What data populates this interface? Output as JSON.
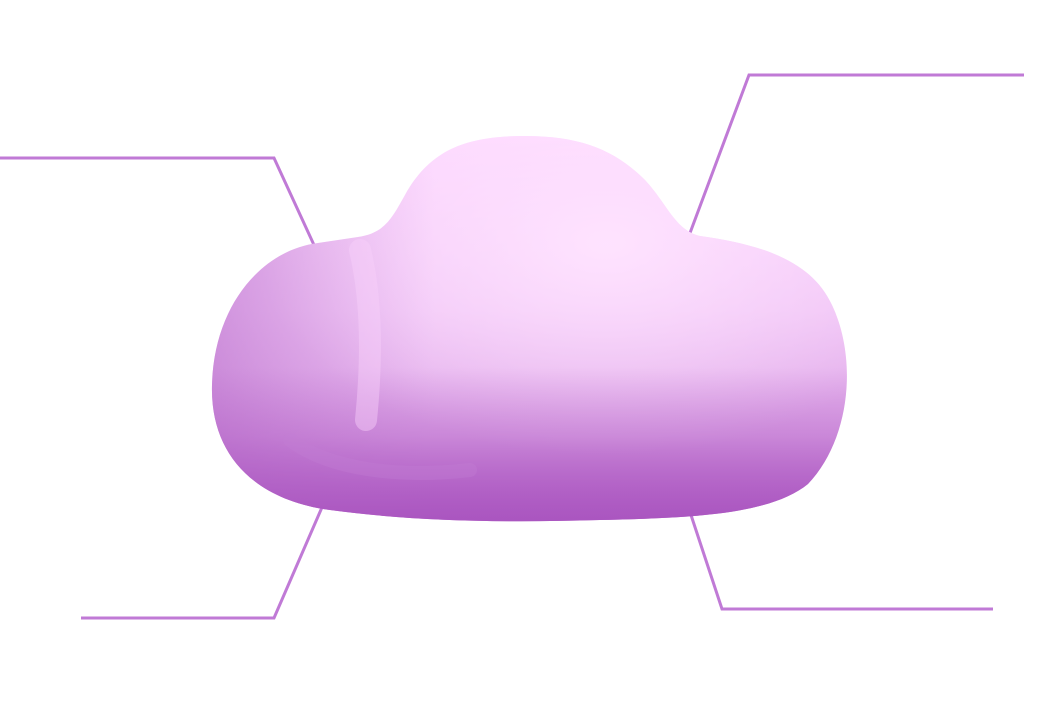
{
  "diagram": {
    "central_shape": "cloud",
    "colors": {
      "background": "#ffffff",
      "leader_line": "#c07ad6",
      "cloud_highlight": "#fbd6ff",
      "cloud_mid": "#e6b4ee",
      "cloud_shadow": "#b463c8"
    },
    "callouts": [
      {
        "id": "top-left",
        "label": ""
      },
      {
        "id": "top-right",
        "label": ""
      },
      {
        "id": "bottom-left",
        "label": ""
      },
      {
        "id": "bottom-right",
        "label": ""
      }
    ]
  }
}
